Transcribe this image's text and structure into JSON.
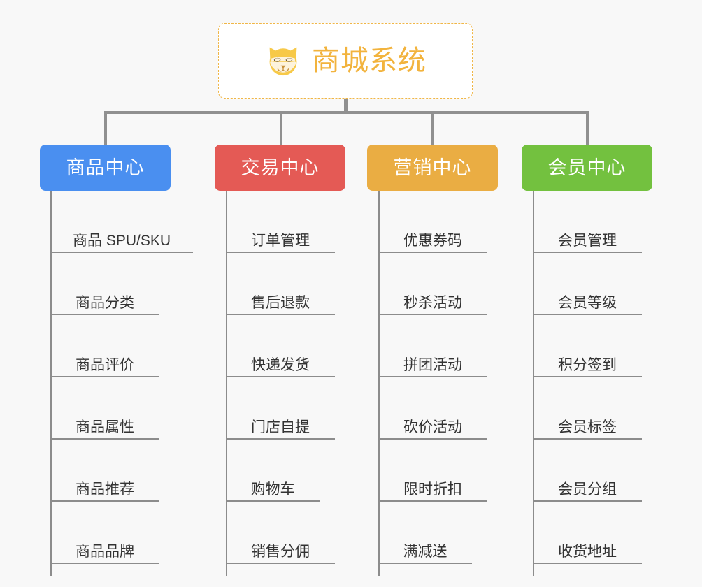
{
  "diagram": {
    "type": "mindmap",
    "title": "商城系统",
    "background_color": "#f8f8f8"
  },
  "root": {
    "label": "商城系统",
    "icon": "shiba-dog-icon",
    "text_color": "#f2b33d",
    "border_color": "#f0b646",
    "background_color": "#ffffff"
  },
  "connector_color": "#909090",
  "branches": [
    {
      "label": "商品中心",
      "color": "#4a8ff0",
      "text_color": "#ffffff",
      "items": [
        {
          "label": "商品 SPU/SKU"
        },
        {
          "label": "商品分类"
        },
        {
          "label": "商品评价"
        },
        {
          "label": "商品属性"
        },
        {
          "label": "商品推荐"
        },
        {
          "label": "商品品牌"
        }
      ]
    },
    {
      "label": "交易中心",
      "color": "#e45a55",
      "text_color": "#ffffff",
      "items": [
        {
          "label": "订单管理"
        },
        {
          "label": "售后退款"
        },
        {
          "label": "快递发货"
        },
        {
          "label": "门店自提"
        },
        {
          "label": "购物车"
        },
        {
          "label": "销售分佣"
        }
      ]
    },
    {
      "label": "营销中心",
      "color": "#eaad43",
      "text_color": "#ffffff",
      "items": [
        {
          "label": "优惠券码"
        },
        {
          "label": "秒杀活动"
        },
        {
          "label": "拼团活动"
        },
        {
          "label": "砍价活动"
        },
        {
          "label": "限时折扣"
        },
        {
          "label": "满减送"
        }
      ]
    },
    {
      "label": "会员中心",
      "color": "#73c13f",
      "text_color": "#ffffff",
      "items": [
        {
          "label": "会员管理"
        },
        {
          "label": "会员等级"
        },
        {
          "label": "积分签到"
        },
        {
          "label": "会员标签"
        },
        {
          "label": "会员分组"
        },
        {
          "label": "收货地址"
        }
      ]
    }
  ]
}
